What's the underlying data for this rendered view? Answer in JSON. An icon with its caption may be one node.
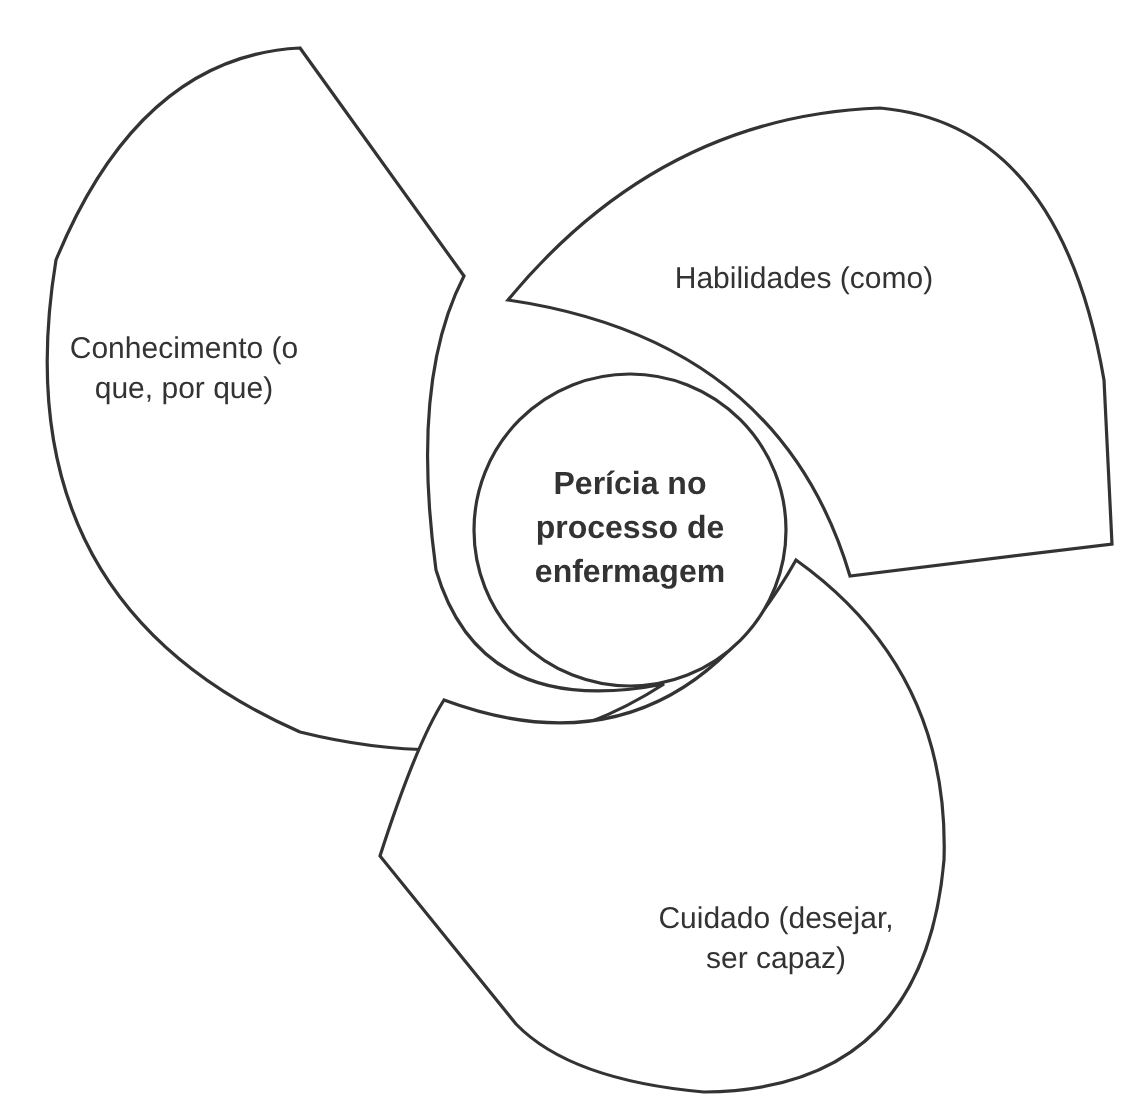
{
  "diagram": {
    "nodes": [
      {
        "text": [
          "Conhecimento (o que, por que)"
        ]
      },
      {
        "text": [
          "Habilidades (como)"
        ]
      },
      {
        "text": [
          "Perícia no processo de enfermagem"
        ]
      },
      {
        "text": [
          "Cuidado (desejar, ser capaz)"
        ]
      }
    ]
  }
}
